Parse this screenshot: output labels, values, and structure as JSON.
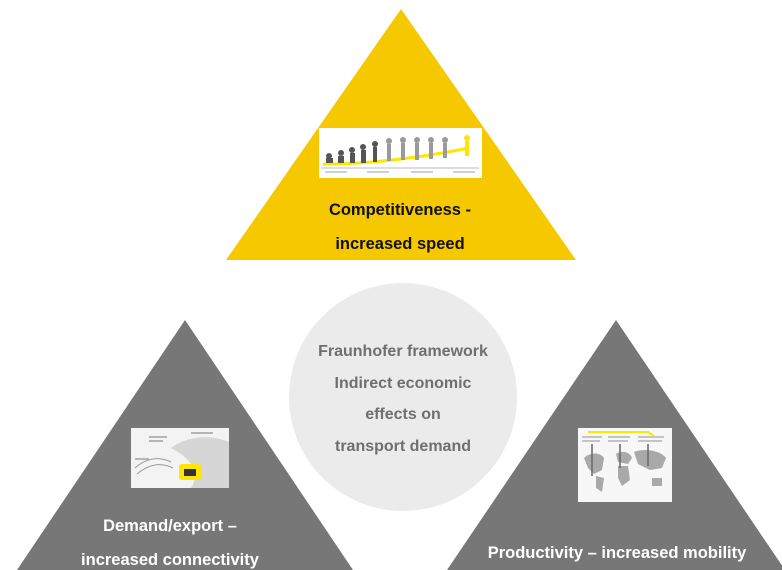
{
  "center": {
    "lines": [
      "Fraunhofer framework",
      "Indirect economic",
      "effects on",
      "transport demand"
    ]
  },
  "pillars": {
    "top": {
      "lines": [
        "Competitiveness -",
        "increased speed"
      ]
    },
    "left": {
      "lines": [
        "Demand/export –",
        "increased connectivity"
      ]
    },
    "right": {
      "lines": [
        "Productivity – increased mobility"
      ]
    }
  },
  "colors": {
    "top_triangle": "#f5c800",
    "side_triangles": "#777777",
    "center_circle": "#ebebeb",
    "accent_yellow": "#ffe600"
  }
}
